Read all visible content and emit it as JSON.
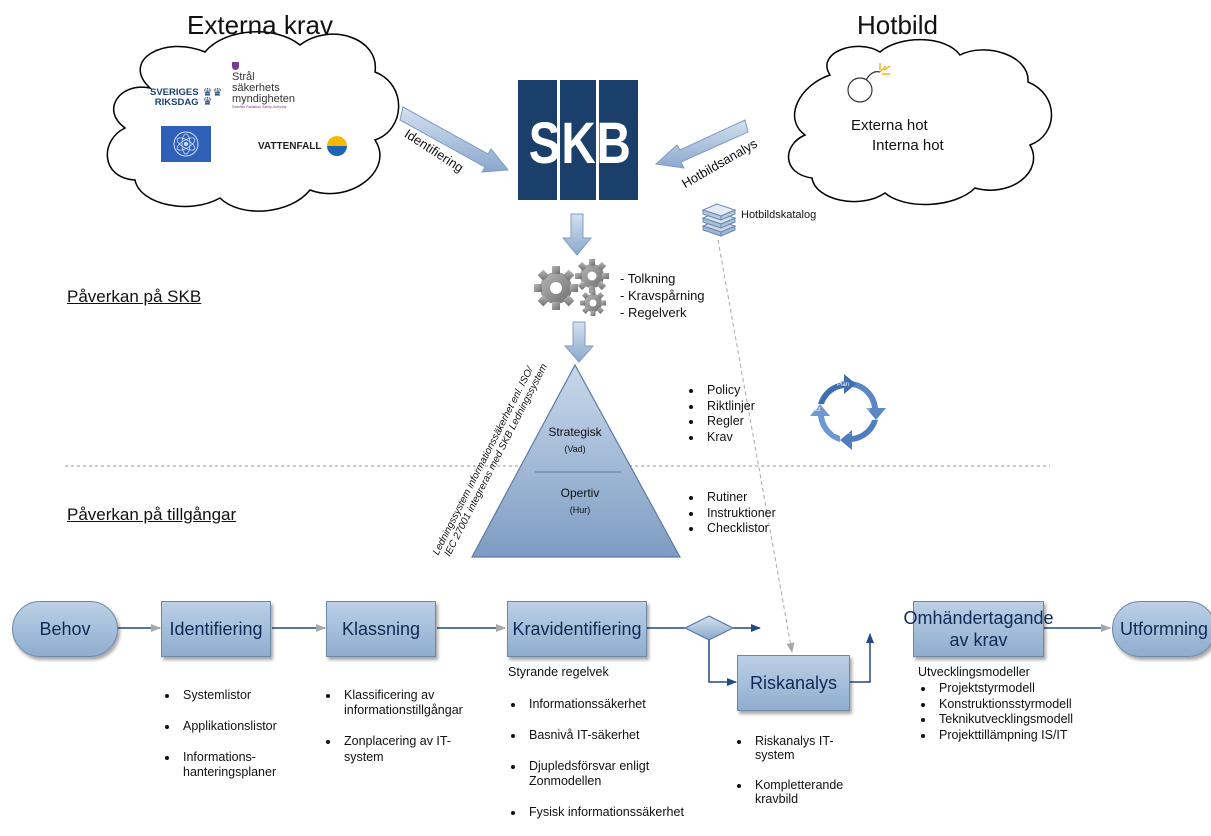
{
  "headers": {
    "external": "Externa krav",
    "threat": "Hotbild"
  },
  "logos": {
    "riksdag": "SVERIGES\nRIKSDAG",
    "ssm_line1": "Strål",
    "ssm_line2": "säkerhets",
    "ssm_line3": "myndigheten",
    "ssm_sub": "Swedish Radiation Safety Authority",
    "vattenfall": "VATTENFALL",
    "skb": "SKB"
  },
  "threat_cloud": {
    "line1": "Externa hot",
    "line2": "Interna hot"
  },
  "arrows": {
    "identifiering": "Identifiering",
    "hotbildsanalys": "Hotbildsanalys"
  },
  "hotbildskatalog": "Hotbildskatalog",
  "gears_list": [
    "- Tolkning",
    "- Kravspårning",
    "- Regelverk"
  ],
  "sections": {
    "skb": "Påverkan på SKB",
    "assets": "Påverkan på tillgångar"
  },
  "pyramid": {
    "top_title": "Strategisk",
    "top_sub": "(Vad)",
    "bottom_title": "Opertiv",
    "bottom_sub": "(Hur)",
    "side_line1": "Ledningssystem informationssäkerhet enl. ISO/",
    "side_line2": "IEC 27001 integreras med SKB Ledningssystem"
  },
  "strategic_list": [
    "Policy",
    "Riktlinjer",
    "Regler",
    "Krav"
  ],
  "operative_list": [
    "Rutiner",
    "Instruktioner",
    "Checklistor"
  ],
  "pdca": {
    "plan": "Plan",
    "do": "Do",
    "check": "Check",
    "act": "Act"
  },
  "flow": {
    "behov": "Behov",
    "identifiering": "Identifiering",
    "klassning": "Klassning",
    "kravidentifiering": "Kravidentifiering",
    "riskanalys": "Riskanalys",
    "omhandertagande": "Omhändertagande\nav krav",
    "utformning": "Utformning"
  },
  "notes": {
    "identifiering": [
      "Systemlistor",
      "Applikationslistor",
      "Informations-\nhanteringsplaner"
    ],
    "klassning": [
      "Klassificering av\ninformationstillgångar",
      "Zonplacering av IT-\nsystem"
    ],
    "krav_heading": "Styrande regelvek",
    "krav": [
      "Informationssäkerhet",
      "Basnivå IT-säkerhet",
      "Djupledsförsvar enligt\nZonmodellen",
      "Fysisk informationssäkerhet"
    ],
    "risk": [
      "Riskanalys IT-\nsystem",
      "Kompletterande\nkravbild"
    ],
    "omh_heading": "Utvecklingsmodeller",
    "omh": [
      "Projektstyrmodell",
      "Konstruktionsstyrmodell",
      "Teknikutvecklingsmodell",
      "Projekttillämpning IS/IT"
    ]
  }
}
